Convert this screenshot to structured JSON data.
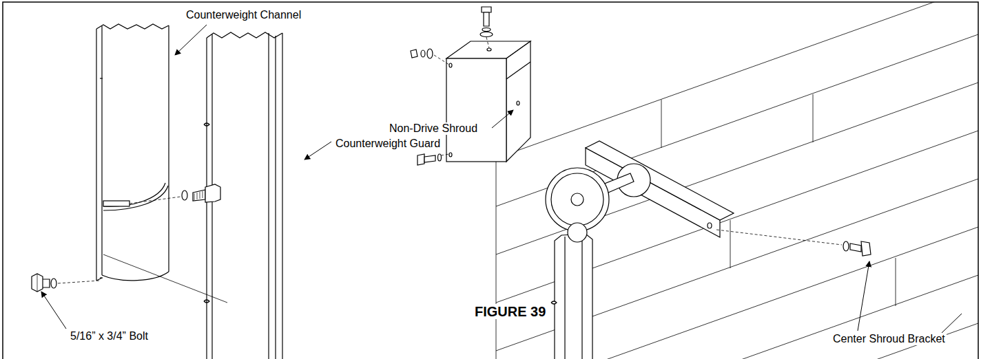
{
  "diagram": {
    "caption": "FIGURE 39",
    "labels": [
      "Counterweight Channel",
      "Counterweight Guard",
      "5/16” x 3/4” Bolt",
      "Non-Drive Shroud",
      "Center Shroud Bracket"
    ]
  }
}
